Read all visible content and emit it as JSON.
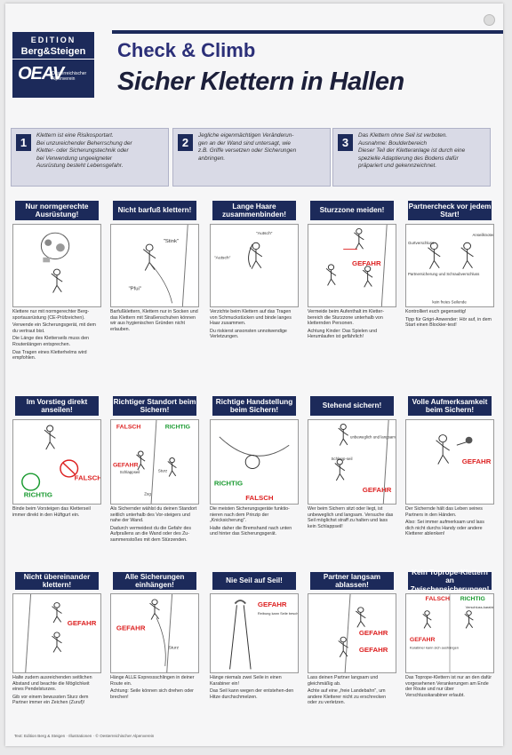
{
  "logo": {
    "edition": "EDITION",
    "berg": "Berg&Steigen",
    "oeav": "OEAV",
    "sub": "Oesterreichischer Alpenverein"
  },
  "header": {
    "line1": "Check & Climb",
    "line2": "Sicher Klettern in Hallen"
  },
  "rules": [
    {
      "num": "1",
      "lines": [
        "Klettern ist eine Risikosportart.",
        "Bei unzureichender Beherrschung der",
        "Kletter- oder Sicherungstechnik oder",
        "bei Verwendung ungeeigneter",
        "Ausrüstung besteht Lebensgefahr."
      ]
    },
    {
      "num": "2",
      "lines": [
        "Jegliche eigenmächtigen Veränderun-",
        "gen an der Wand sind untersagt, wie",
        "z.B. Griffe versetzen oder Sicherungen",
        "anbringen."
      ]
    },
    {
      "num": "3",
      "lines": [
        "Das Klettern ohne Seil ist verboten.",
        "Ausnahme: Boulderbereich",
        "Dieser Teil der Kletteranlage ist durch eine",
        "spezielle Adaptierung des Bodens dafür",
        "präpariert und gekennzeichnet."
      ]
    }
  ],
  "cards": [
    {
      "title": "Nur normgerechte Ausrüstung!",
      "text": [
        "Klettere nur mit normgerechter Berg-sportausrüstung (CE-Prüfzeichen).",
        "Verwende ein Sicherungsgerät, mit dem du vertraut bist.",
        "Die Länge des Kletterseils muss den Routenlängen entsprechen.",
        "Das Tragen eines Kletterhelms wird empfohlen."
      ]
    },
    {
      "title": "Nicht barfuß klettern!",
      "text": [
        "Barfußklettern, Klettern nur in Socken und das Klettern mit Straßenschuhen können wir aus hygienischen Gründen nicht erlauben."
      ],
      "labels": [
        "\"Stink\"",
        "\"Pfui\""
      ]
    },
    {
      "title": "Lange Haare zusammenbinden!",
      "text": [
        "Verzichte beim Klettern auf das Tragen von Schmuckstücken und binde langes Haar zusammen.",
        "Du riskierst ansonsten unnotwendige Verletzungen."
      ],
      "labels": [
        "\"Autsch\"",
        "\"Autsch\""
      ]
    },
    {
      "title": "Sturzzone meiden!",
      "text": [
        "Vermeide beim Aufenthalt im Kletter-bereich die Sturzzone unterhalb von kletternden Personen.",
        "Achtung Kinder: Das Spielen und Herumlaufen ist gefährlich!"
      ],
      "labels": [
        "GEFAHR"
      ]
    },
    {
      "title": "Partnercheck vor jedem Start!",
      "text": [
        "Kontrolliert euch gegenseitig!",
        "Tipp für Grigri-Anwender: Hör auf, in dem Start einen Blockier-test!"
      ],
      "labels": [
        "Gurtverschluss",
        "Anseilknoten fertig verschlossen",
        "Partnersicherung und Schraubverschluss",
        "kein freies Seilende"
      ]
    },
    {
      "title": "Im Vorstieg direkt anseilen!",
      "text": [
        "Binde beim Vorsteigen das Kletterseil immer direkt in den Hüftgurt ein."
      ],
      "labels": [
        "FALSCH",
        "RICHTIG"
      ]
    },
    {
      "title": "Richtiger Standort beim Sichern!",
      "text": [
        "Als Sichernder wählst du deinen Standort seitlich unterhalb des Vor-steigers und nahe der Wand.",
        "Dadurch vermeidest du die Gefahr des Aufprallens an die Wand oder des Zu-sammenstoßes mit dem Stürzenden."
      ],
      "labels": [
        "FALSCH",
        "RICHTIG",
        "GEFAHR",
        "Schlappseil",
        "Zug",
        "Sturz"
      ]
    },
    {
      "title": "Richtige Handstellung beim Sichern!",
      "text": [
        "Die meisten Sicherungsgeräte funktio-nieren nach dem Prinzip der „Knicksicherung\".",
        "Halte daher die Bremshand nach unten und hinter das Sicherungsgerät."
      ],
      "labels": [
        "RICHTIG",
        "FALSCH"
      ]
    },
    {
      "title": "Stehend sichern!",
      "text": [
        "Wer beim Sichern sitzt oder liegt, ist unbeweglich und langsam. Versuche das Seil möglichst straff zu halten und lass kein Schlappseil!"
      ],
      "labels": [
        "unbeweglich und langsam",
        "Schlapp-seil",
        "GEFAHR"
      ]
    },
    {
      "title": "Volle Aufmerksamkeit beim Sichern!",
      "text": [
        "Der Sichernde hält das Leben seines Partners in den Händen.",
        "Also: Sei immer aufmerksam und lass dich nicht durchs Handy oder andere Kletterer ablenken!"
      ],
      "labels": [
        "GEFAHR"
      ]
    },
    {
      "title": "Nicht übereinander klettern!",
      "text": [
        "Halte zudem ausreichenden seitlichen Abstand und beachte die Möglichkeit eines Pendelsturzes.",
        "Gib vor einem bewussten Sturz dem Partner immer ein Zeichen (Zuruf)!"
      ],
      "labels": [
        "GEFAHR"
      ]
    },
    {
      "title": "Alle Sicherungen einhängen!",
      "text": [
        "Hänge ALLE Expressschlingen in deiner Route ein.",
        "Achtung: Seile können sich drehen oder brechen!"
      ],
      "labels": [
        "GEFAHR",
        "Sturz"
      ]
    },
    {
      "title": "Nie Seil auf Seil!",
      "text": [
        "Hänge niemals zwei Seile in einen Karabiner ein!",
        "Das Seil kann wegen der entstehen-den Hitze durchschmelzen."
      ],
      "labels": [
        "GEFAHR",
        "Reibung kann Seile beschädigen und durchtrennen"
      ]
    },
    {
      "title": "Partner langsam ablassen!",
      "text": [
        "Lass deinen Partner langsam und gleichmäßig ab.",
        "Achte auf eine „freie Landebahn\", um andere Kletterer nicht zu erschrecken oder zu verletzen."
      ],
      "labels": [
        "GEFAHR",
        "GEFAHR"
      ]
    },
    {
      "title": "Kein Toprope-Klettern an Zwischensicherungen!",
      "text": [
        "Das Toprope-Klettern ist nur an den dafür vorgesehenen Verankerungen am Ende der Route und nur über Verschlusskarabiner erlaubt."
      ],
      "labels": [
        "FALSCH",
        "RICHTIG",
        "GEFAHR",
        "Karabiner kann sich aushängen",
        "Verschluss-karabiner"
      ]
    }
  ],
  "footer": "Text: Edition Berg & Steigen · Illustrationen · © Oesterreichischer Alpenverein",
  "colors": {
    "navy": "#1c2a5a",
    "danger": "#d22222",
    "ok": "#1a9a30"
  }
}
